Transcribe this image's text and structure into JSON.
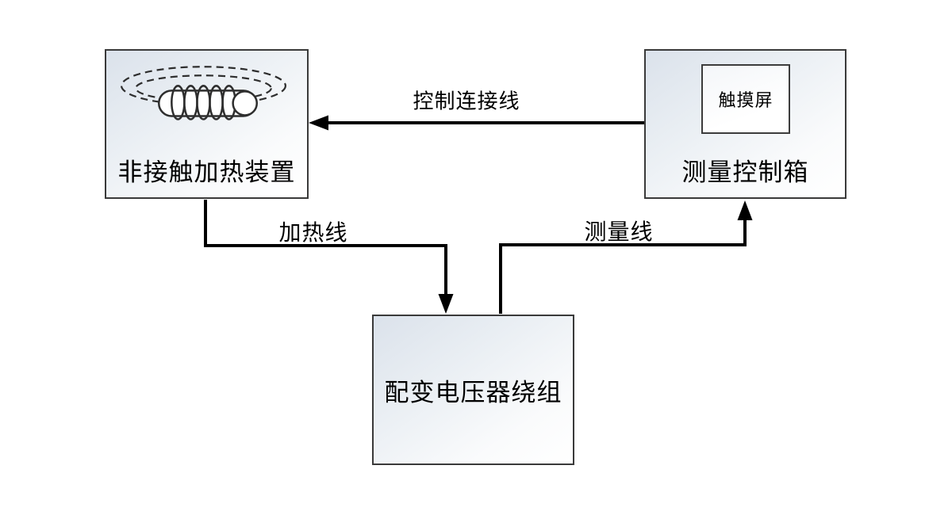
{
  "diagram": {
    "nodes": {
      "heating_device": {
        "label": "非接触加热装置"
      },
      "control_box": {
        "label": "测量控制箱",
        "touch_screen": "触摸屏"
      },
      "transformer_winding": {
        "label": "配变电压器绕组"
      }
    },
    "edges": {
      "control": {
        "label": "控制连接线",
        "from": "control_box",
        "to": "heating_device",
        "direction": "left"
      },
      "heating": {
        "label": "加热线",
        "from": "heating_device",
        "to": "transformer_winding",
        "direction": "down"
      },
      "measurement": {
        "label": "测量线",
        "from": "transformer_winding",
        "to": "control_box",
        "direction": "up"
      }
    },
    "colors": {
      "background": "#ffffff",
      "box_border": "#3a3a3a",
      "box_fill_top": "#dbe2eb",
      "box_fill_bottom": "#ffffff",
      "line": "#000000",
      "text": "#000000"
    }
  }
}
